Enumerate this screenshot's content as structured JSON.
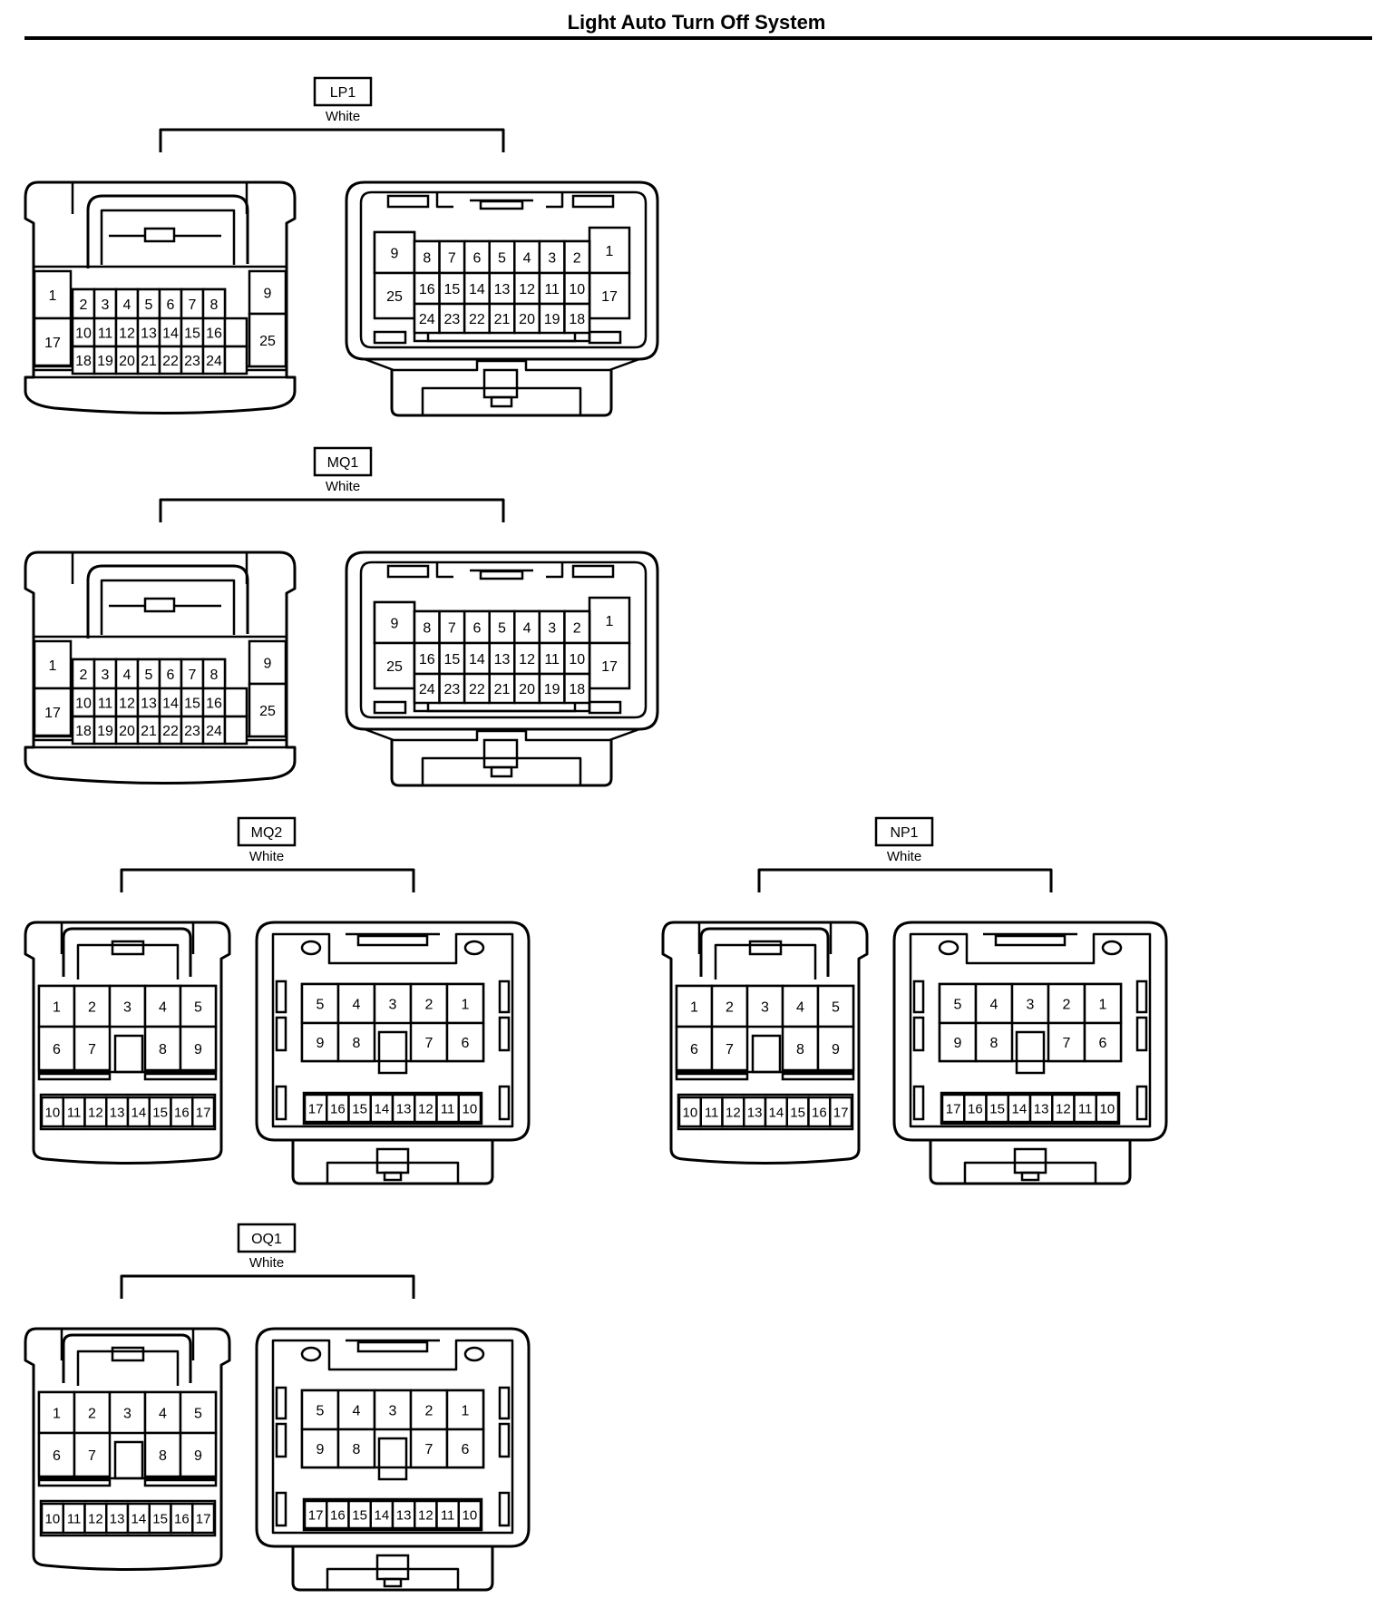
{
  "title": "Light Auto Turn Off System",
  "colors": {
    "ink": "#000000",
    "paper": "#ffffff"
  },
  "connectors": [
    {
      "id": "LP1",
      "color": "White",
      "type": "large25"
    },
    {
      "id": "MQ1",
      "color": "White",
      "type": "large25"
    },
    {
      "id": "MQ2",
      "color": "White",
      "type": "small17"
    },
    {
      "id": "NP1",
      "color": "White",
      "type": "small17"
    },
    {
      "id": "OQ1",
      "color": "White",
      "type": "small17"
    }
  ]
}
